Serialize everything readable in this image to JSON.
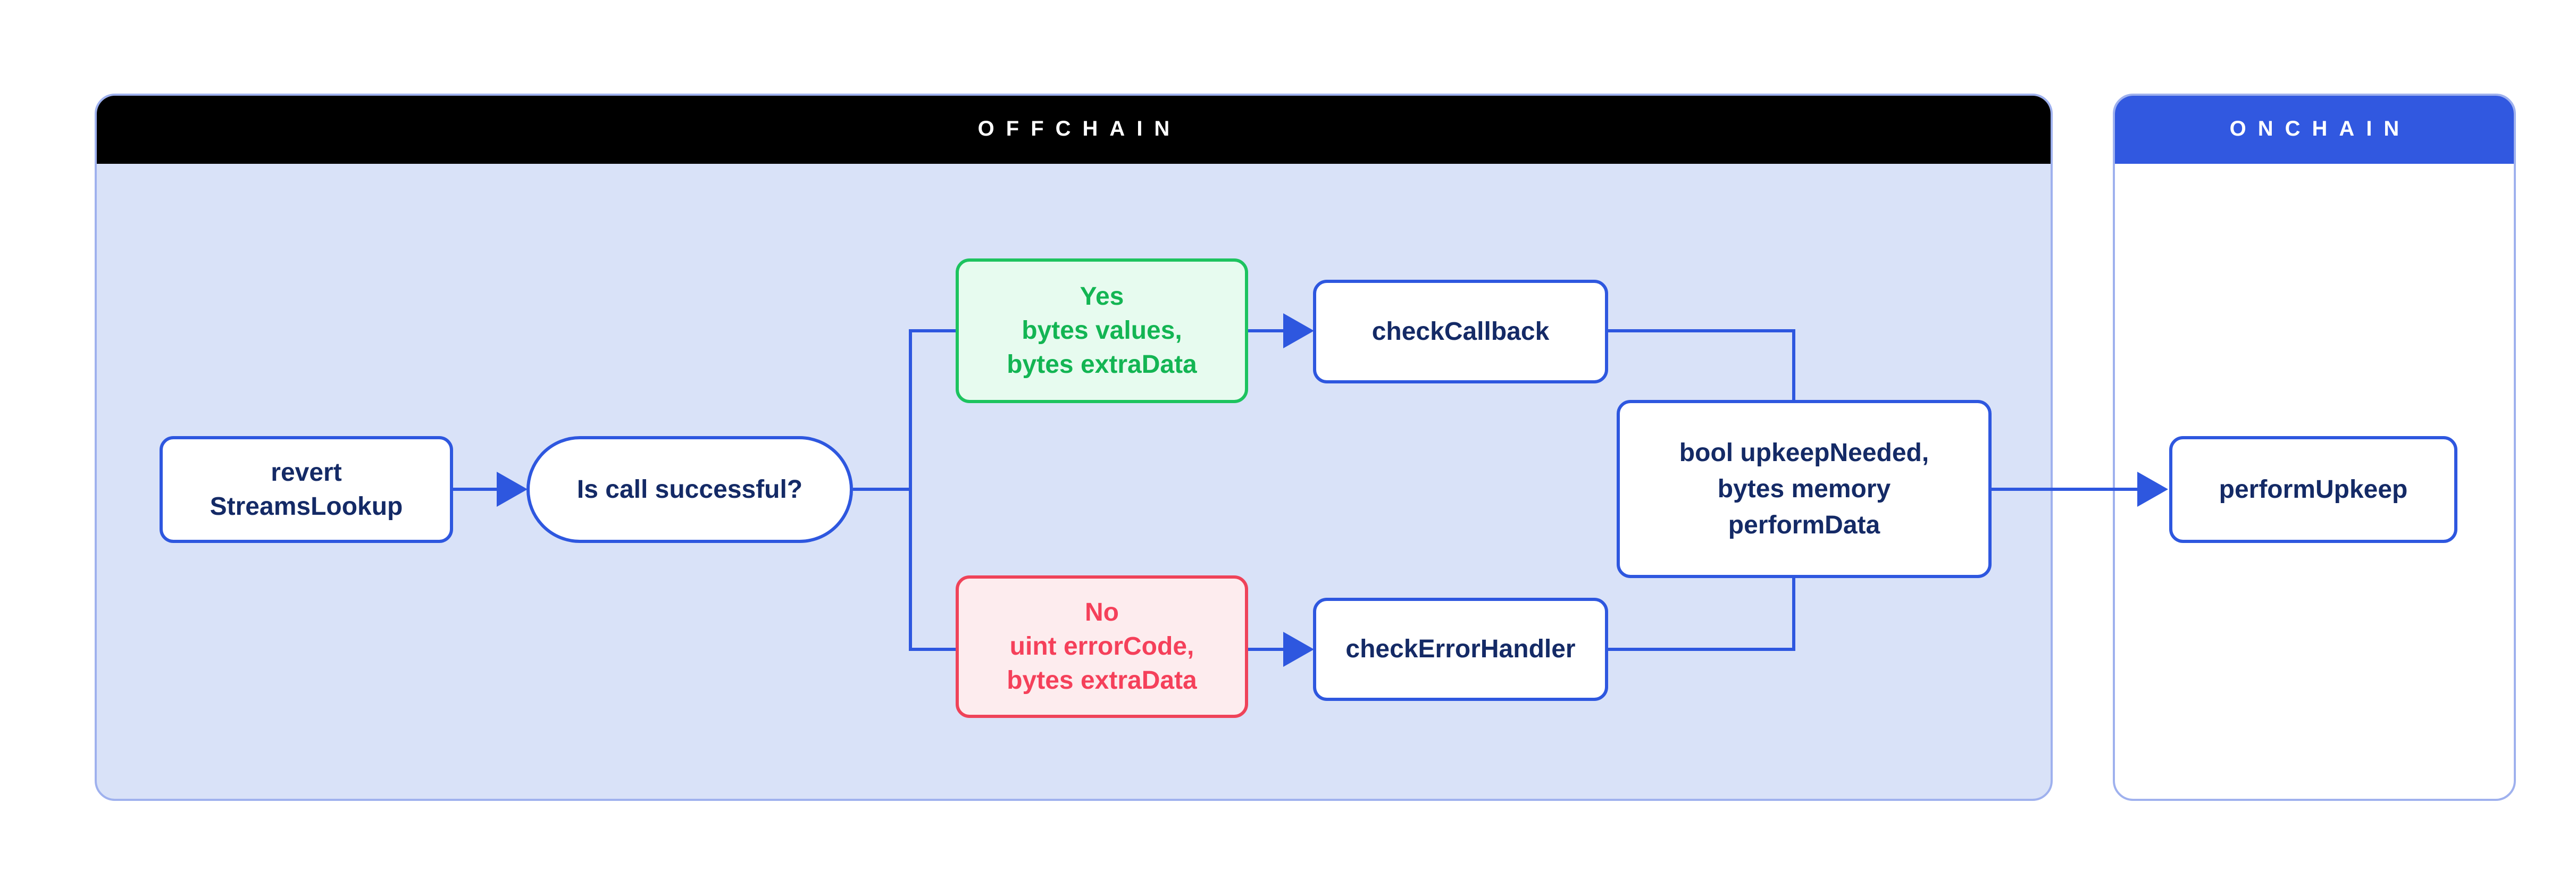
{
  "diagram": {
    "offchain": {
      "title": "OFFCHAIN"
    },
    "onchain": {
      "title": "ONCHAIN"
    },
    "nodes": {
      "revert": {
        "lines": [
          "revert",
          "StreamsLookup"
        ]
      },
      "decision": {
        "label": "Is call successful?"
      },
      "yes_branch": {
        "lines": [
          "Yes",
          "bytes values,",
          "bytes extraData"
        ]
      },
      "check_callback": {
        "label": "checkCallback"
      },
      "no_branch": {
        "lines": [
          "No",
          "uint errorCode,",
          "bytes extraData"
        ]
      },
      "check_error_handler": {
        "label": "checkErrorHandler"
      },
      "result": {
        "lines": [
          "bool upkeepNeeded,",
          "bytes memory",
          "performData"
        ]
      },
      "perform_upkeep": {
        "label": "performUpkeep"
      }
    }
  },
  "colors": {
    "page_bg": "#ffffff",
    "offchain_header_bg": "#000000",
    "onchain_header_bg": "#3158e0",
    "header_text": "#ffffff",
    "panel_border": "#9fb1ee",
    "offchain_body_bg": "#d9e2f8",
    "onchain_body_bg": "#ffffff",
    "line_blue": "#2e57df",
    "node_border_blue": "#2e57df",
    "node_bg": "#ffffff",
    "node_text": "#142a66",
    "yes_border": "#1dc35f",
    "yes_bg": "#e7fbef",
    "yes_text": "#13b553",
    "no_border": "#ef4359",
    "no_bg": "#fdecee",
    "no_text": "#f5405a"
  }
}
